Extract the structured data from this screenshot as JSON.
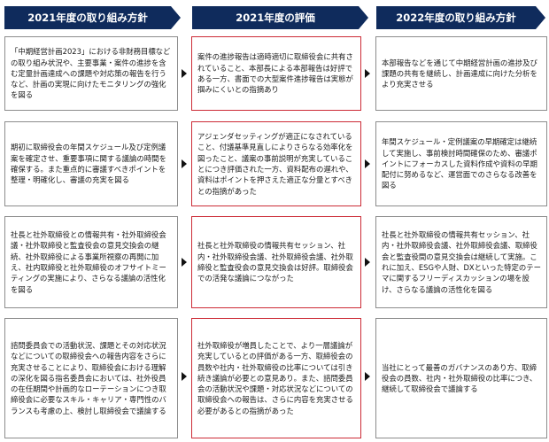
{
  "headers": [
    "2021年度の取り組み方針",
    "2021年度の評価",
    "2022年度の取り組み方針"
  ],
  "rows": [
    {
      "policy2021": "「中期経営計画2023」における非財務目標などの取り組み状況や、主要事業・案件の進捗を含む定量計画達成への課題や対応策の報告を行うなど、計画の実現に向けたモニタリングの強化を図る",
      "evaluation2021": "案件の進捗報告は適時適切に取締役会に共有されていること、本部長による本部報告は好評である一方、書面での大型案件進捗報告は実態が掴みにくいとの指摘あり",
      "policy2022": "本部報告などを通じて中期経営計画の進捗及び課題の共有を継続し、計画達成に向けた分析をより充実させる"
    },
    {
      "policy2021": "期初に取締役会の年間スケジュール及び定例議案を確定させ、重要事項に関する議論の時間を確保する。また重点的に審議すべきポイントを整理・明確化し、審議の充実を図る",
      "evaluation2021": "アジェンダセッティングが適正になされていること、付議基準見直しによりさらなる効率化を図ったこと、議案の事前説明が充実していることにつき評価された一方、資料配布の遅れや、資料はポイントを押さえた適正な分量とすべきとの指摘があった",
      "policy2022": "年間スケジュール・定例議案の早期確定は継続して実施し、事前検討時間確保のため、審議ポイントにフォーカスした資料作成や資料の早期配付に努めるなど、運営面でのさらなる改善を図る"
    },
    {
      "policy2021": "社長と社外取締役との情報共有・社外取締役会議・社外取締役と監査役会の意見交換会の継続、社外取締役による事業所視察の再開に加え、社内取締役と社外取締役のオフサイトミーティングの実施により、さらなる議論の活性化を図る",
      "evaluation2021": "社長と社外取締役の情報共有セッション、社内・社外取締役会議、社外取締役会議、社外取締役と監査役会の意見交換会は好評。取締役会での活発な議論につながった",
      "policy2022": "社長と社外取締役の情報共有セッション、社内・社外取締役会議、社外取締役会議、取締役会と監査役間の意見交換会は継続して実施。これに加え、ESGや人財、DXといった特定のテーマに関するフリーディスカッションの場を設け、さらなる議論の活性化を図る"
    },
    {
      "policy2021": "諮問委員会での活動状況、課題とその対応状況などについての取締役会への報告内容をさらに充実させることにより、取締役会における理解の深化を図る指名委員会においては、社外役員の在任期間や計画的なローテーションにつき取締役会に必要なスキル・キャリア・専門性のバランスも考慮の上、検討し取締役会で議論する",
      "evaluation2021": "社外取締役が増員したことで、より一層議論が充実しているとの評価がある一方、取締役会の員数や社内・社外取締役の比率については引き続き議論が必要との意見あり。また、諮問委員会の活動状況や課題・対応状況などについての取締役会への報告は、さらに内容を充実させる必要があるとの指摘があった",
      "policy2022": "当社にとって最善のガバナンスのあり方、取締役会の員数、社内・社外取締役の比率につき、継続して取締役会で議論する"
    }
  ]
}
